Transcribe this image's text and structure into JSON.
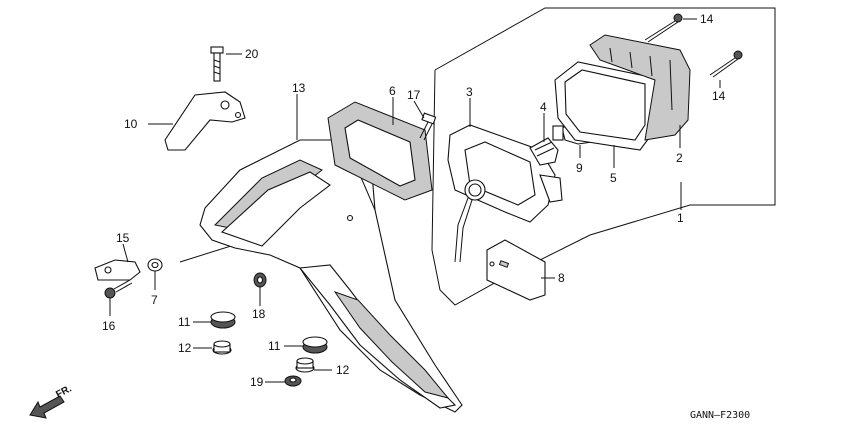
{
  "diagram": {
    "code": "GANN–F2300",
    "direction_label": "FR.",
    "callouts": [
      "1",
      "2",
      "3",
      "4",
      "5",
      "6",
      "7",
      "8",
      "9",
      "10",
      "11",
      "11",
      "12",
      "12",
      "13",
      "14",
      "14",
      "15",
      "16",
      "17",
      "18",
      "19",
      "20"
    ]
  },
  "colors": {
    "line": "#111111",
    "shade": "#c9c9c9",
    "background": "#ffffff"
  }
}
